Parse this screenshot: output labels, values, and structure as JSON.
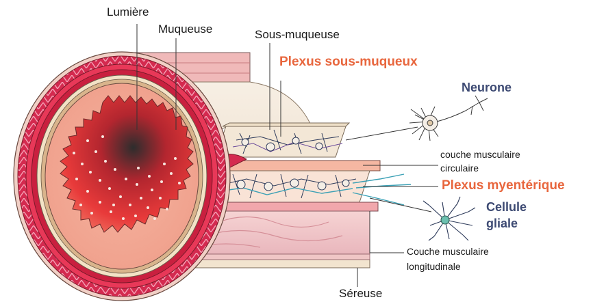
{
  "labels": {
    "lumiere": "Lumière",
    "muqueuse": "Muqueuse",
    "sous_muqueuse": "Sous-muqueuse",
    "plexus_sous_muqueux": "Plexus sous-muqueux",
    "neurone": "Neurone",
    "couche_circulaire_1": "couche musculaire",
    "couche_circulaire_2": "circulaire",
    "plexus_myenterique": "Plexus myentérique",
    "cellule_gliale_1": "Cellule",
    "cellule_gliale_2": "gliale",
    "couche_longitudinale_1": "Couche musculaire",
    "couche_longitudinale_2": "longitudinale",
    "sereuse": "Séreuse"
  },
  "colors": {
    "orange_label": "#e8663d",
    "navy_label": "#3d4a73",
    "serosa_outer": "#e8c9c9",
    "muscle_red": "#d42a4f",
    "mucosa_red": "#e84a4a",
    "submucosa_cream": "#f3e7d6",
    "glia_teal": "#3aa0b5"
  }
}
